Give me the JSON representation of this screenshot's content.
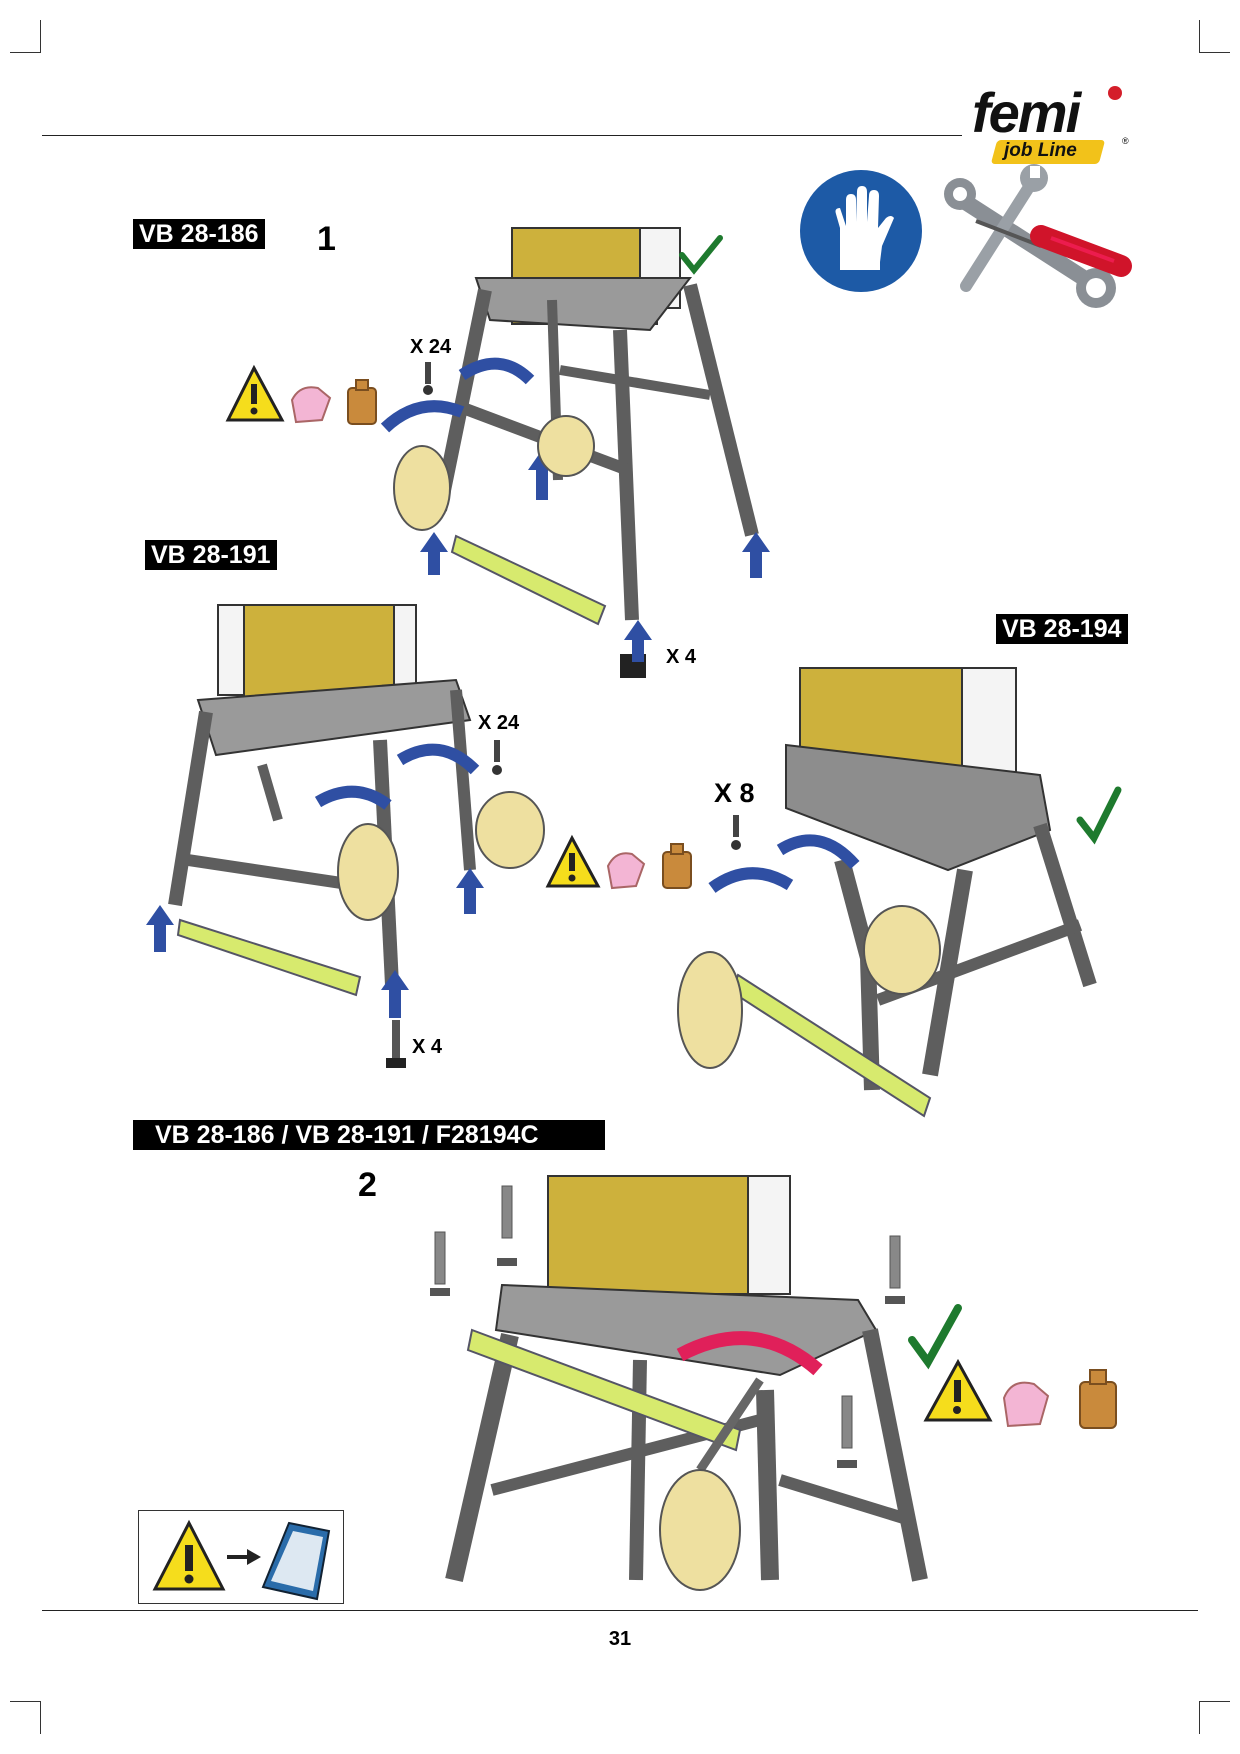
{
  "brand": {
    "name": "femi",
    "tagline": "job Line",
    "registered": "®"
  },
  "sections": [
    {
      "model": "VB 28-186",
      "step": "1",
      "quantities": [
        "X 24",
        "X 4"
      ]
    },
    {
      "model": "VB 28-191",
      "quantities": [
        "X 24",
        "X 4"
      ]
    },
    {
      "model": "VB 28-194",
      "quantities": [
        "X 8"
      ]
    },
    {
      "model": "VB 28-186 / VB 28-191 / F28194C",
      "step": "2"
    }
  ],
  "page_number": "31",
  "colors": {
    "machine_yellow": "#CDB13C",
    "stand_gray": "#5E5E5E",
    "arrow_blue": "#2F4FA3",
    "arrow_pink": "#E0205A",
    "check_green": "#1E7A2E",
    "level_green": "#D7EA6E",
    "glove": "#EEE0A0"
  },
  "icons": [
    "gloves-required-icon",
    "tools-icon",
    "warning-icon",
    "strength-icon",
    "weight-icon",
    "manual-icon",
    "checkmark-icon"
  ]
}
